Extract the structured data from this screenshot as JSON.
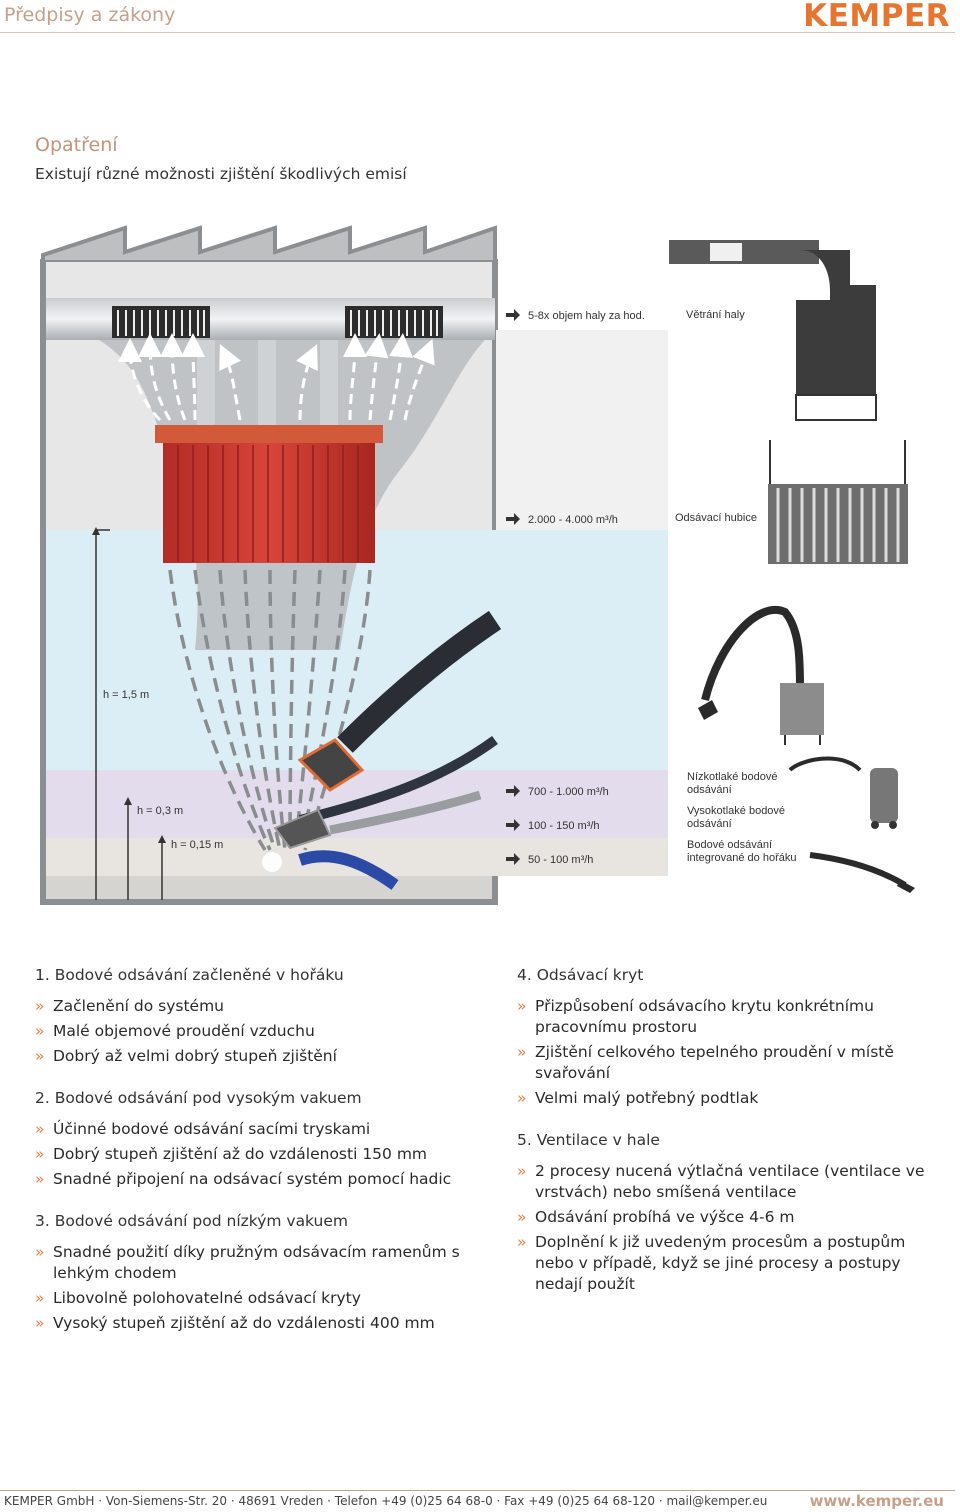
{
  "header": {
    "title": "Předpisy a zákony",
    "logo": "KEMPER"
  },
  "section": {
    "title": "Opatření",
    "subtitle": "Existují různé možnosti zjištění škodlivých emisí"
  },
  "diagram": {
    "heights": [
      "h = 1,5 m",
      "h = 0,3 m",
      "h = 0,15 m"
    ],
    "rows": [
      {
        "flow": "5-8x objem haly za hod.",
        "method": [
          "Větrání haly"
        ]
      },
      {
        "flow": "2.000 - 4.000 m³/h",
        "method": [
          "Odsávací hubice"
        ]
      },
      {
        "flow": "700 - 1.000 m³/h",
        "method": [
          "Nízkotlaké bodové",
          "odsávání"
        ]
      },
      {
        "flow": "100 - 150 m³/h",
        "method": [
          "Vysokotlaké bodové",
          "odsávání"
        ]
      },
      {
        "flow": "50 - 100 m³/h",
        "method": [
          "Bodové odsávání",
          "integrované do hořáku"
        ]
      }
    ]
  },
  "left_column": [
    {
      "heading": "1. Bodové odsávání začleněné v hořáku",
      "items": [
        "Začlenění do systému",
        "Malé objemové proudění vzduchu",
        "Dobrý až velmi dobrý stupeň zjištění"
      ]
    },
    {
      "heading": "2. Bodové odsávání pod vysokým vakuem",
      "items": [
        "Účinné bodové odsávání sacími tryskami",
        "Dobrý stupeň zjištění až do vzdálenosti 150 mm",
        "Snadné připojení na odsávací systém pomocí hadic"
      ]
    },
    {
      "heading": "3. Bodové odsávání pod nízkým vakuem",
      "items": [
        "Snadné použití díky pružným odsávacím ramenům s lehkým chodem",
        "Libovolně polohovatelné odsávací kryty",
        "Vysoký stupeň zjištění až do vzdálenosti 400 mm"
      ]
    }
  ],
  "right_column": [
    {
      "heading": "4. Odsávací kryt",
      "items": [
        "Přizpůsobení odsávacího krytu konkrétnímu pracovnímu prostoru",
        "Zjištění celkového tepelného proudění v místě svařování",
        "Velmi malý potřebný podtlak"
      ]
    },
    {
      "heading": "5. Ventilace v hale",
      "items": [
        "2 procesy nucená výtlačná ventilace (ventilace ve vrstvách) nebo smíšená ventilace",
        "Odsávání probíhá ve výšce 4-6 m",
        "Doplnění k již uvedeným procesům a postupům nebo v případě, když se jiné procesy a postupy nedají použít"
      ]
    }
  ],
  "bullet_glyph": "»",
  "footer": {
    "text": "KEMPER GmbH · Von-Siemens-Str. 20 · 48691 Vreden · Telefon +49 (0)25 64 68-0 · Fax +49 (0)25 64 68-120 · mail@kemper.eu",
    "url": "www.kemper.eu"
  },
  "colors": {
    "accent": "#e8752f",
    "header_text": "#c7a08a",
    "hood_red": "#c0342b",
    "zone_blue": "#dceef5",
    "zone_lilac": "#e3dcec"
  }
}
